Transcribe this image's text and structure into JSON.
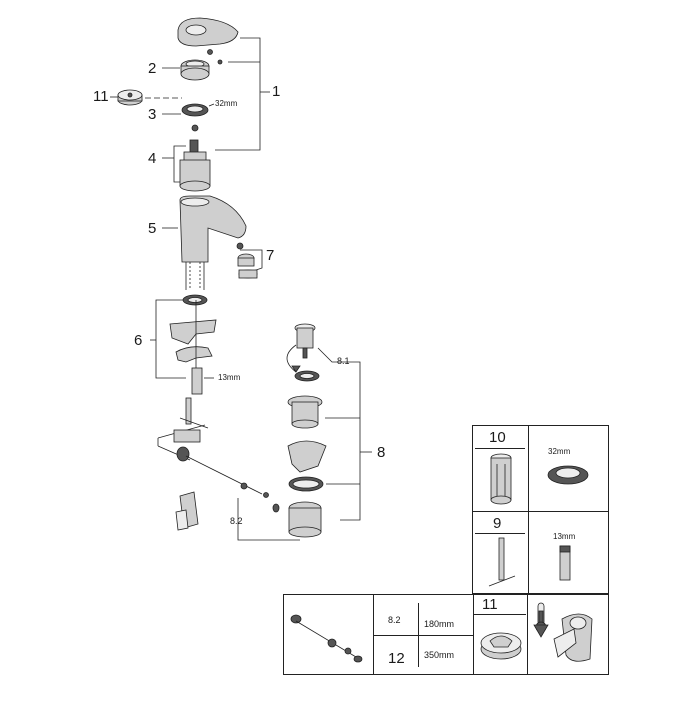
{
  "callouts": {
    "c1": "1",
    "c2": "2",
    "c3": "3",
    "c4": "4",
    "c5": "5",
    "c6": "6",
    "c7": "7",
    "c8": "8",
    "c8_1": "8.1",
    "c8_2": "8.2",
    "c11": "11"
  },
  "dimensions": {
    "d32": "32mm",
    "d13": "13mm"
  },
  "table_right": {
    "row1_num": "10",
    "row1_size": "32mm",
    "row2_num": "9",
    "row2_size": "13mm"
  },
  "table_bottom": {
    "num_8_2": "8.2",
    "len_8_2": "180mm",
    "num_12": "12",
    "len_12": "350mm",
    "num_11": "11"
  }
}
